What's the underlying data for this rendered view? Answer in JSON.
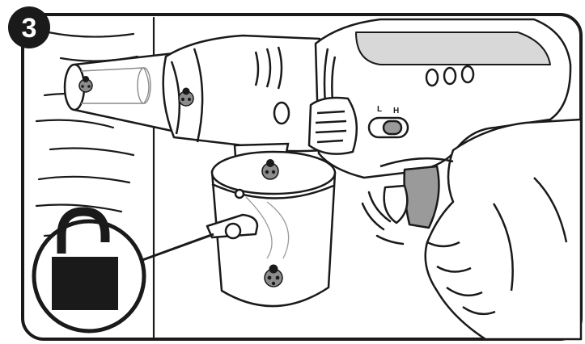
{
  "step": {
    "number": "3"
  },
  "switch": {
    "low_label": "L",
    "high_label": "H"
  },
  "icons": {
    "unlock": "unlock-icon",
    "ladybug": "ladybug-icon"
  },
  "colors": {
    "line": "#1a1a1a",
    "padlock_body": "#1a1a1a",
    "badge_fill": "#1a1a1a",
    "trigger_gray": "#9a9a9a",
    "ladybug_gray": "#8c8c8c",
    "window_gray": "#d8d8d8"
  }
}
